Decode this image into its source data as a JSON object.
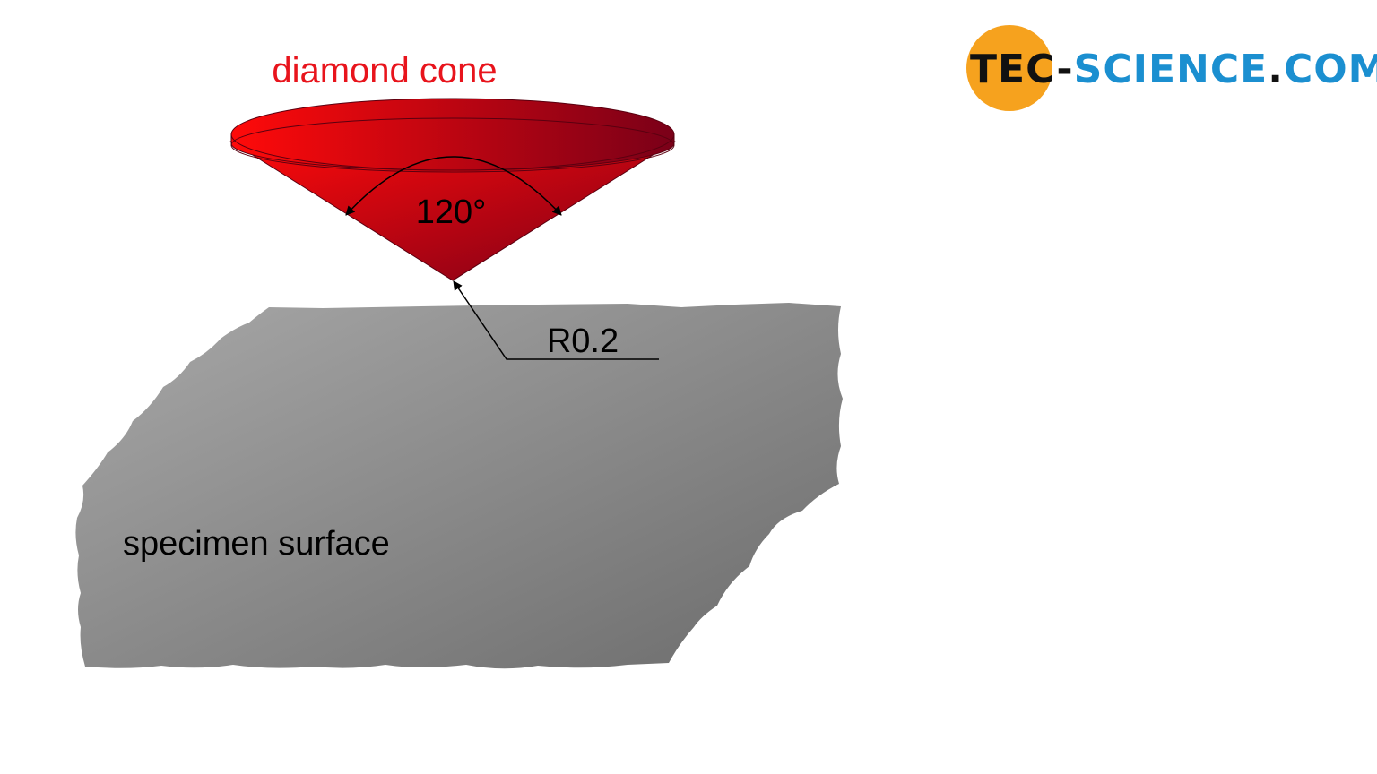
{
  "labels": {
    "cone": "diamond cone",
    "angle": "120°",
    "radius": "R0.2",
    "surface": "specimen surface"
  },
  "logo": {
    "part_dark": "TEC",
    "part_dash": "-",
    "part_blue": "SCIENCE",
    "part_dot": ".",
    "part_com": "COM"
  },
  "colors": {
    "cone_light": "#ff0a0a",
    "cone_dark": "#7a0018",
    "cone_label": "#e8141c",
    "surface_light": "#a6a6a6",
    "surface_dark": "#6e6e6e",
    "logo_orange": "#f6a21e",
    "logo_blue": "#1b8fd0",
    "logo_dark": "#111111"
  }
}
